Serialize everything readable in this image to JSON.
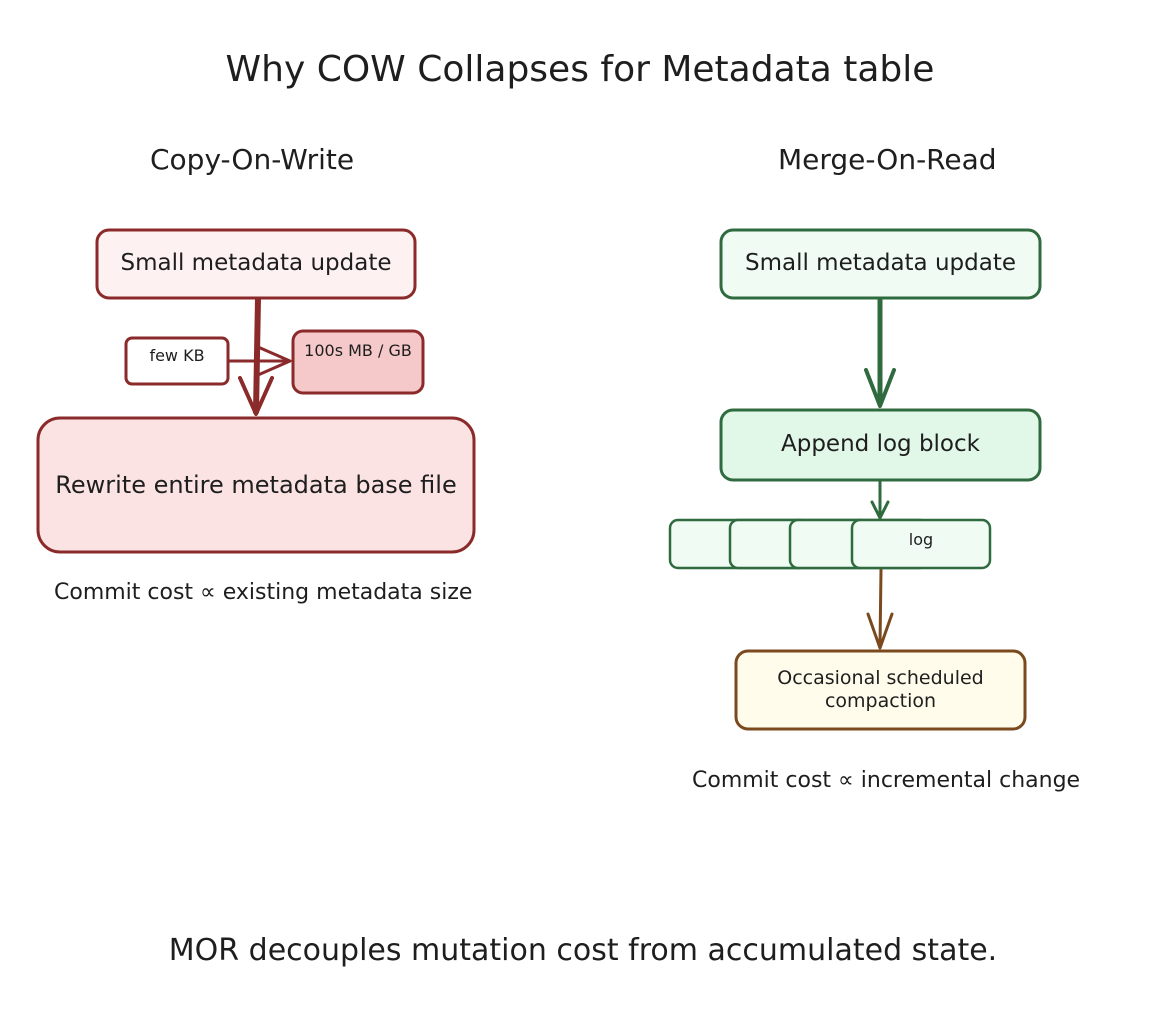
{
  "title": "Why COW Collapses for Metadata table",
  "cow": {
    "heading": "Copy-On-Write",
    "update_box": "Small metadata update",
    "small_size": "few KB",
    "large_size": "100s MB / GB",
    "rewrite_box": "Rewrite entire metadata base file",
    "caption": "Commit cost ∝ existing metadata size"
  },
  "mor": {
    "heading": "Merge-On-Read",
    "update_box": "Small metadata update",
    "append_box": "Append log block",
    "log_label": "log",
    "compaction_box": "Occasional scheduled compaction",
    "caption": "Commit cost ∝ incremental change"
  },
  "footer": "MOR decouples mutation cost from accumulated state.",
  "colors": {
    "cow_stroke": "#8b2a2a",
    "cow_fill_light": "#fdf1f1",
    "cow_fill": "#fbe3e3",
    "cow_fill_dark": "#f5c9c9",
    "mor_stroke": "#2f6b3f",
    "mor_fill_light": "#effbf3",
    "mor_fill": "#e1f7e7",
    "compaction_stroke": "#7a4a1e",
    "compaction_fill": "#fffcec"
  }
}
